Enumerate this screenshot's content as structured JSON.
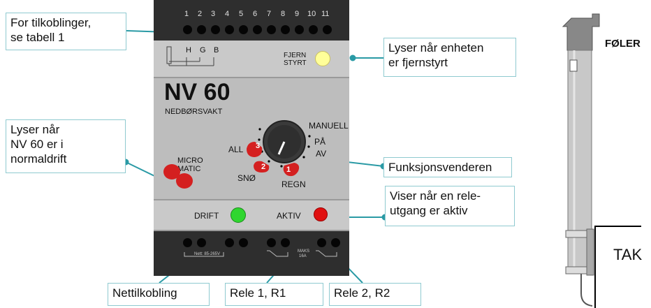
{
  "callouts": {
    "connections": "For tilkoblinger,\nse tabell 1",
    "remote_led": "Lyser når enheten\ner fjernstyrt",
    "drift_led": "Lyser når\nNV 60 er i\nnormaldrift",
    "selector": "Funksjonsvenderen",
    "relay_active": "Viser når en rele-\nutgang er aktiv",
    "mains": "Nettilkobling",
    "relay1": "Rele 1, R1",
    "relay2": "Rele 2, R2"
  },
  "device": {
    "terminal_numbers": [
      "1",
      "2",
      "3",
      "4",
      "5",
      "6",
      "7",
      "8",
      "9",
      "10",
      "11"
    ],
    "sensor_letters": [
      "H",
      "G",
      "B"
    ],
    "remote_label_1": "FJERN",
    "remote_label_2": "STYRT",
    "model": "NV 60",
    "subtitle": "NEDBØRSVAKT",
    "micromatic_1": "MICRO",
    "micromatic_2": "MATIC",
    "dial": {
      "manuell": "MANUELL",
      "pa": "PÅ",
      "av": "AV",
      "all": "ALL",
      "sno": "SNØ",
      "regn": "REGN",
      "pos3": "3",
      "pos2": "2",
      "pos1": "1"
    },
    "drift": "DRIFT",
    "aktiv": "AKTIV",
    "mains_spec": "Nett: 85-265V",
    "relay_spec_1": "MAKS",
    "relay_spec_2": "16A"
  },
  "sensor": {
    "foler": "FØLER",
    "tak": "TAK"
  },
  "colors": {
    "callout_border": "#8fcad0",
    "leader": "#2a9aa5",
    "led_remote": "#ffff99",
    "led_drift": "#2fd62f",
    "led_aktiv": "#e01010",
    "rain_drop": "#d42020"
  }
}
